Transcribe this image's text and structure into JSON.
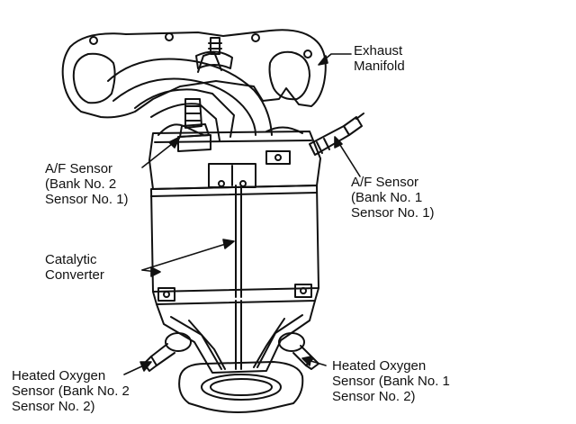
{
  "labels": {
    "exhaust_manifold": {
      "line1": "Exhaust",
      "line2": "Manifold"
    },
    "af_sensor_bank2": {
      "line1": "A/F Sensor",
      "line2": "(Bank No. 2",
      "line3": "Sensor No. 1)"
    },
    "af_sensor_bank1": {
      "line1": "A/F Sensor",
      "line2": "(Bank No. 1",
      "line3": "Sensor No. 1)"
    },
    "catalytic_converter": {
      "line1": "Catalytic",
      "line2": "Converter"
    },
    "heated_o2_bank2": {
      "line1": "Heated Oxygen",
      "line2": "Sensor (Bank No. 2",
      "line3": "Sensor No. 2)"
    },
    "heated_o2_bank1": {
      "line1": "Heated Oxygen",
      "line2": "Sensor (Bank No. 1",
      "line3": "Sensor No. 2)"
    }
  },
  "colors": {
    "ink": "#111111",
    "paper": "#ffffff"
  }
}
